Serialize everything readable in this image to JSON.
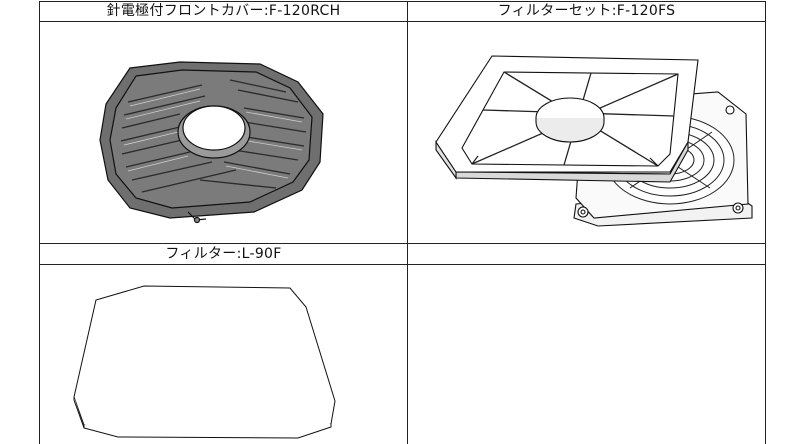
{
  "table": {
    "cells": [
      {
        "caption": "針電極付フロントカバー:F-120RCH",
        "image": "front-cover-with-needle-electrode"
      },
      {
        "caption": "フィルターセット:F-120FS",
        "image": "filter-set"
      },
      {
        "caption": "フィルター:L-90F",
        "image": "filter-sheet"
      },
      {
        "caption": "",
        "image": ""
      }
    ]
  }
}
